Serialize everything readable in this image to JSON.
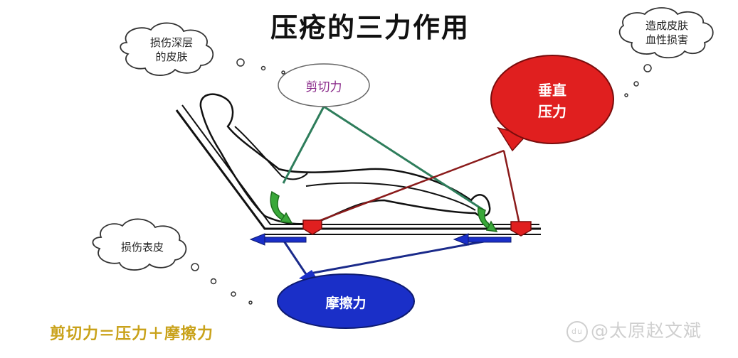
{
  "title": "压疮的三力作用",
  "clouds": {
    "deep_skin": [
      "损伤深层",
      "的皮肤"
    ],
    "vessel": [
      "造成皮肤",
      "血性损害"
    ],
    "surface_skin": [
      "损伤表皮"
    ]
  },
  "forces": {
    "shear": "剪切力",
    "vertical": [
      "垂直",
      "压力"
    ],
    "friction": "摩擦力"
  },
  "formula": "剪切力＝压力＋摩擦力",
  "watermark": "@太原赵文斌",
  "colors": {
    "shear_line": "#2e7d5b",
    "vertical_fill": "#e01f1f",
    "friction_fill": "#1a2fc8",
    "arrow_green": "#3aa83a",
    "formula": "#c9a21a"
  }
}
